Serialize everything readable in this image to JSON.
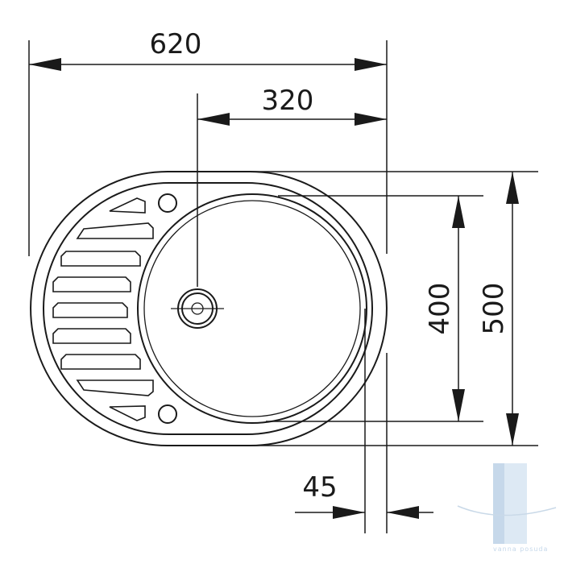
{
  "dimensions": {
    "overall_width": "620",
    "bowl_offset": "320",
    "bowl_diameter": "400",
    "overall_depth": "500",
    "rim_gap": "45"
  },
  "watermark": {
    "text": "vanna posuda",
    "color": "#c6d8ea"
  },
  "colors": {
    "line": "#1a1a1a",
    "background": "#ffffff"
  }
}
